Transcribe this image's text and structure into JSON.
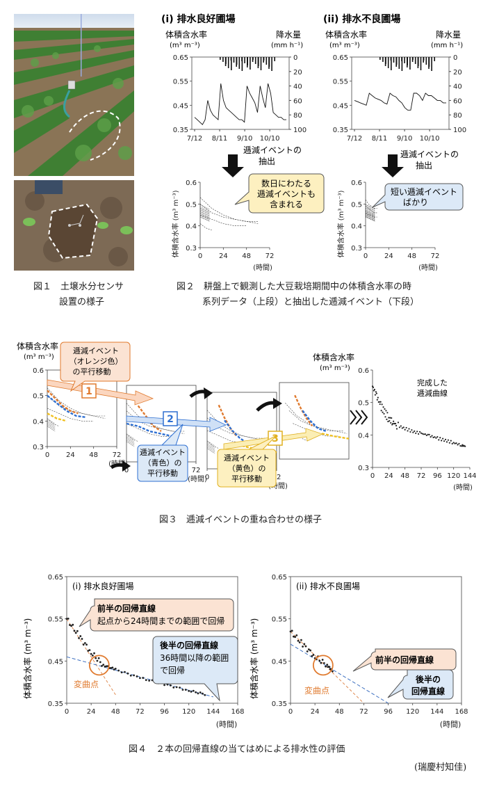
{
  "fig1": {
    "caption_l1": "図１　土壌水分センサ",
    "caption_l2": "設置の様子"
  },
  "fig2": {
    "caption_l1": "図２　耕盤上で観測した大豆栽培期間中の体積含水率の時",
    "caption_l2": "系列データ（上段）と抽出した逓減イベント（下段）",
    "panel_i_title": "(i) 排水良好圃場",
    "panel_ii_title": "(ii) 排水不良圃場",
    "ylabel_left": "体積含水率",
    "ylabel_left_unit": "(m³ m⁻³)",
    "ylabel_right": "降水量",
    "ylabel_right_unit": "(mm h⁻¹)",
    "extract_label_l1": "逓減イベントの",
    "extract_label_l2": "抽出",
    "callout_i_l1": "数日にわたる",
    "callout_i_l2": "逓減イベントも",
    "callout_i_l3": "含まれる",
    "callout_ii_l1": "短い逓減イベント",
    "callout_ii_l2": "ばかり",
    "lower_ylabel": "体積含水率 (m³ m⁻³)",
    "xunit": "(時間)"
  },
  "fig3": {
    "caption": "図３　逓減イベントの重ね合わせの様子",
    "ylabel": "体積含水率",
    "ylabel_unit": "(m³ m⁻³)",
    "ylabel_right": "体積含水率",
    "ylabel_right_unit": "(m³ m⁻³)",
    "step1": "1",
    "step2": "2",
    "step3": "3",
    "orange_l1": "逓減イベント",
    "orange_l2": "（オレンジ色）",
    "orange_l3": "の平行移動",
    "blue_l1": "逓減イベント",
    "blue_l2": "（青色）の",
    "blue_l3": "平行移動",
    "yellow_l1": "逓減イベント",
    "yellow_l2": "（黄色）の",
    "yellow_l3": "平行移動",
    "final_l1": "完成した",
    "final_l2": "逓減曲線",
    "xunit": "(時間)"
  },
  "fig4": {
    "caption": "図４　２本の回帰直線の当てはめによる排水性の評価",
    "author": "(瑞慶村知佳)",
    "ylabel": "体積含水率 (m³ m⁻³)",
    "panel_i": "(i) 排水良好圃場",
    "panel_ii": "(ii) 排水不良圃場",
    "front_title": "前半の回帰直線",
    "front_desc": "起点から24時間までの範囲で回帰",
    "back_title": "後半の回帰直線",
    "back_desc_l1": "36時間以降の範囲",
    "back_desc_l2": "で回帰",
    "inflection": "変曲点",
    "front_title_ii": "前半の回帰直線",
    "back_title_ii_l1": "後半の",
    "back_title_ii_l2": "回帰直線",
    "xunit": "(時間)"
  },
  "colors": {
    "orange": "#e07a2e",
    "blue": "#2e6fd1",
    "yellow": "#f0c020",
    "callout_fill": "#fdf0c0",
    "callout_blue_fill": "#dce9f7",
    "callout_orange_fill": "#fbe3d3",
    "dashed_blue": "#3c6fc0",
    "dashed_orange": "#e08a50"
  },
  "chart_data": [
    {
      "type": "line",
      "title": "(i) 排水良好圃場",
      "x_ticks": [
        "7/12",
        "8/11",
        "9/10",
        "10/10"
      ],
      "ylabel": "体積含水率 (m³ m⁻³)",
      "ylim": [
        0.35,
        0.65
      ],
      "y_ticks": [
        0.35,
        0.45,
        0.55,
        0.65
      ],
      "y2label": "降水量 (mm h⁻¹)",
      "y2lim": [
        100,
        0
      ],
      "y2_ticks": [
        0,
        20,
        40,
        60,
        80,
        100
      ],
      "series": [
        {
          "values": [
            0.4,
            0.39,
            0.38,
            0.37,
            0.39,
            0.47,
            0.43,
            0.41,
            0.4,
            0.39,
            0.54,
            0.47,
            0.44,
            0.43,
            0.42,
            0.41,
            0.4,
            0.39,
            0.39,
            0.38,
            0.53,
            0.5,
            0.48,
            0.46,
            0.42,
            0.53,
            0.48,
            0.44,
            0.54,
            0.5,
            0.42,
            0.41,
            0.4,
            0.4,
            0.39,
            0.39
          ]
        }
      ]
    },
    {
      "type": "line",
      "title": "(ii) 排水不良圃場",
      "x_ticks": [
        "7/12",
        "8/11",
        "9/10",
        "10/10"
      ],
      "ylabel": "体積含水率 (m³ m⁻³)",
      "ylim": [
        0.35,
        0.65
      ],
      "y_ticks": [
        0.35,
        0.45,
        0.55,
        0.65
      ],
      "y2label": "降水量 (mm h⁻¹)",
      "y2lim": [
        100,
        0
      ],
      "y2_ticks": [
        0,
        20,
        40,
        60,
        80,
        100
      ],
      "series": [
        {
          "values": [
            0.47,
            0.465,
            0.46,
            0.455,
            0.45,
            0.5,
            0.49,
            0.48,
            0.475,
            0.47,
            0.46,
            0.455,
            0.5,
            0.49,
            0.485,
            0.47,
            0.46,
            0.44,
            0.43,
            0.43,
            0.5,
            0.5,
            0.49,
            0.47,
            0.5,
            0.49,
            0.49,
            0.48,
            0.47,
            0.47,
            0.46,
            0.46
          ]
        }
      ]
    },
    {
      "type": "line",
      "title": "",
      "xlabel": "(時間)",
      "x_ticks": [
        0,
        24,
        48,
        72
      ],
      "ylabel": "体積含水率 (m³ m⁻³)",
      "ylim": [
        0.3,
        0.6
      ],
      "y_ticks": [
        0.3,
        0.4,
        0.5,
        0.6
      ],
      "series": [
        {
          "x": [
            0,
            12,
            24,
            36,
            48,
            60
          ],
          "y": [
            0.53,
            0.48,
            0.45,
            0.43,
            0.42,
            0.42
          ]
        },
        {
          "x": [
            0,
            12,
            24,
            36,
            48,
            60
          ],
          "y": [
            0.5,
            0.46,
            0.44,
            0.43,
            0.42,
            0.41
          ]
        },
        {
          "x": [
            0,
            12,
            24,
            36,
            48
          ],
          "y": [
            0.45,
            0.43,
            0.41,
            0.4,
            0.4
          ]
        },
        {
          "x": [
            0,
            6,
            12
          ],
          "y": [
            0.41,
            0.39,
            0.38
          ]
        }
      ]
    },
    {
      "type": "line",
      "title": "",
      "xlabel": "(時間)",
      "x_ticks": [
        0,
        24,
        48,
        72
      ],
      "ylabel": "体積含水率 (m³ m⁻³)",
      "ylim": [
        0.3,
        0.6
      ],
      "y_ticks": [
        0.3,
        0.4,
        0.5,
        0.6
      ],
      "series": [
        {
          "x": [
            0,
            3,
            6,
            9,
            12
          ],
          "y": [
            0.52,
            0.5,
            0.49,
            0.48,
            0.48
          ]
        },
        {
          "x": [
            0,
            3,
            6,
            9,
            12
          ],
          "y": [
            0.49,
            0.48,
            0.47,
            0.46,
            0.46
          ]
        },
        {
          "x": [
            0,
            3,
            6,
            9,
            12
          ],
          "y": [
            0.46,
            0.45,
            0.45,
            0.44,
            0.44
          ]
        }
      ]
    },
    {
      "type": "scatter",
      "title": "完成した逓減曲線",
      "xlabel": "(時間)",
      "x_ticks": [
        0,
        24,
        48,
        72,
        96,
        120,
        144
      ],
      "ylabel": "体積含水率 (m³ m⁻³)",
      "ylim": [
        0.3,
        0.6
      ],
      "y_ticks": [
        0.3,
        0.4,
        0.5,
        0.6
      ],
      "series": [
        {
          "x": [
            0,
            6,
            12,
            18,
            24,
            30,
            36,
            48,
            60,
            72,
            84,
            96,
            108,
            120,
            132,
            138
          ],
          "y": [
            0.55,
            0.52,
            0.49,
            0.47,
            0.45,
            0.44,
            0.43,
            0.42,
            0.41,
            0.405,
            0.398,
            0.39,
            0.383,
            0.376,
            0.368,
            0.365
          ]
        }
      ]
    },
    {
      "type": "line",
      "title": "(i) 排水良好圃場",
      "xlabel": "(時間)",
      "x_ticks": [
        0,
        24,
        48,
        72,
        96,
        120,
        144,
        168
      ],
      "ylabel": "体積含水率 (m³ m⁻³)",
      "ylim": [
        0.35,
        0.65
      ],
      "y_ticks": [
        0.35,
        0.45,
        0.55,
        0.65
      ],
      "series": [
        {
          "name": "前半の回帰直線",
          "x": [
            0,
            48
          ],
          "y": [
            0.55,
            0.37
          ]
        },
        {
          "name": "後半の回帰直線",
          "x": [
            0,
            144
          ],
          "y": [
            0.46,
            0.365
          ]
        },
        {
          "x": [
            0,
            12,
            24,
            36,
            48,
            72,
            96,
            120,
            138
          ],
          "y": [
            0.55,
            0.51,
            0.47,
            0.44,
            0.43,
            0.41,
            0.395,
            0.38,
            0.37
          ]
        }
      ]
    },
    {
      "type": "line",
      "title": "(ii) 排水不良圃場",
      "xlabel": "(時間)",
      "x_ticks": [
        0,
        24,
        48,
        72,
        96,
        120,
        144,
        168
      ],
      "ylabel": "体積含水率 (m³ m⁻³)",
      "ylim": [
        0.35,
        0.65
      ],
      "y_ticks": [
        0.35,
        0.45,
        0.55,
        0.65
      ],
      "series": [
        {
          "name": "前半の回帰直線",
          "x": [
            0,
            72
          ],
          "y": [
            0.52,
            0.35
          ]
        },
        {
          "name": "後半の回帰直線",
          "x": [
            0,
            96
          ],
          "y": [
            0.49,
            0.35
          ]
        },
        {
          "x": [
            0,
            12,
            24,
            36,
            42
          ],
          "y": [
            0.52,
            0.49,
            0.46,
            0.44,
            0.425
          ]
        }
      ]
    }
  ]
}
